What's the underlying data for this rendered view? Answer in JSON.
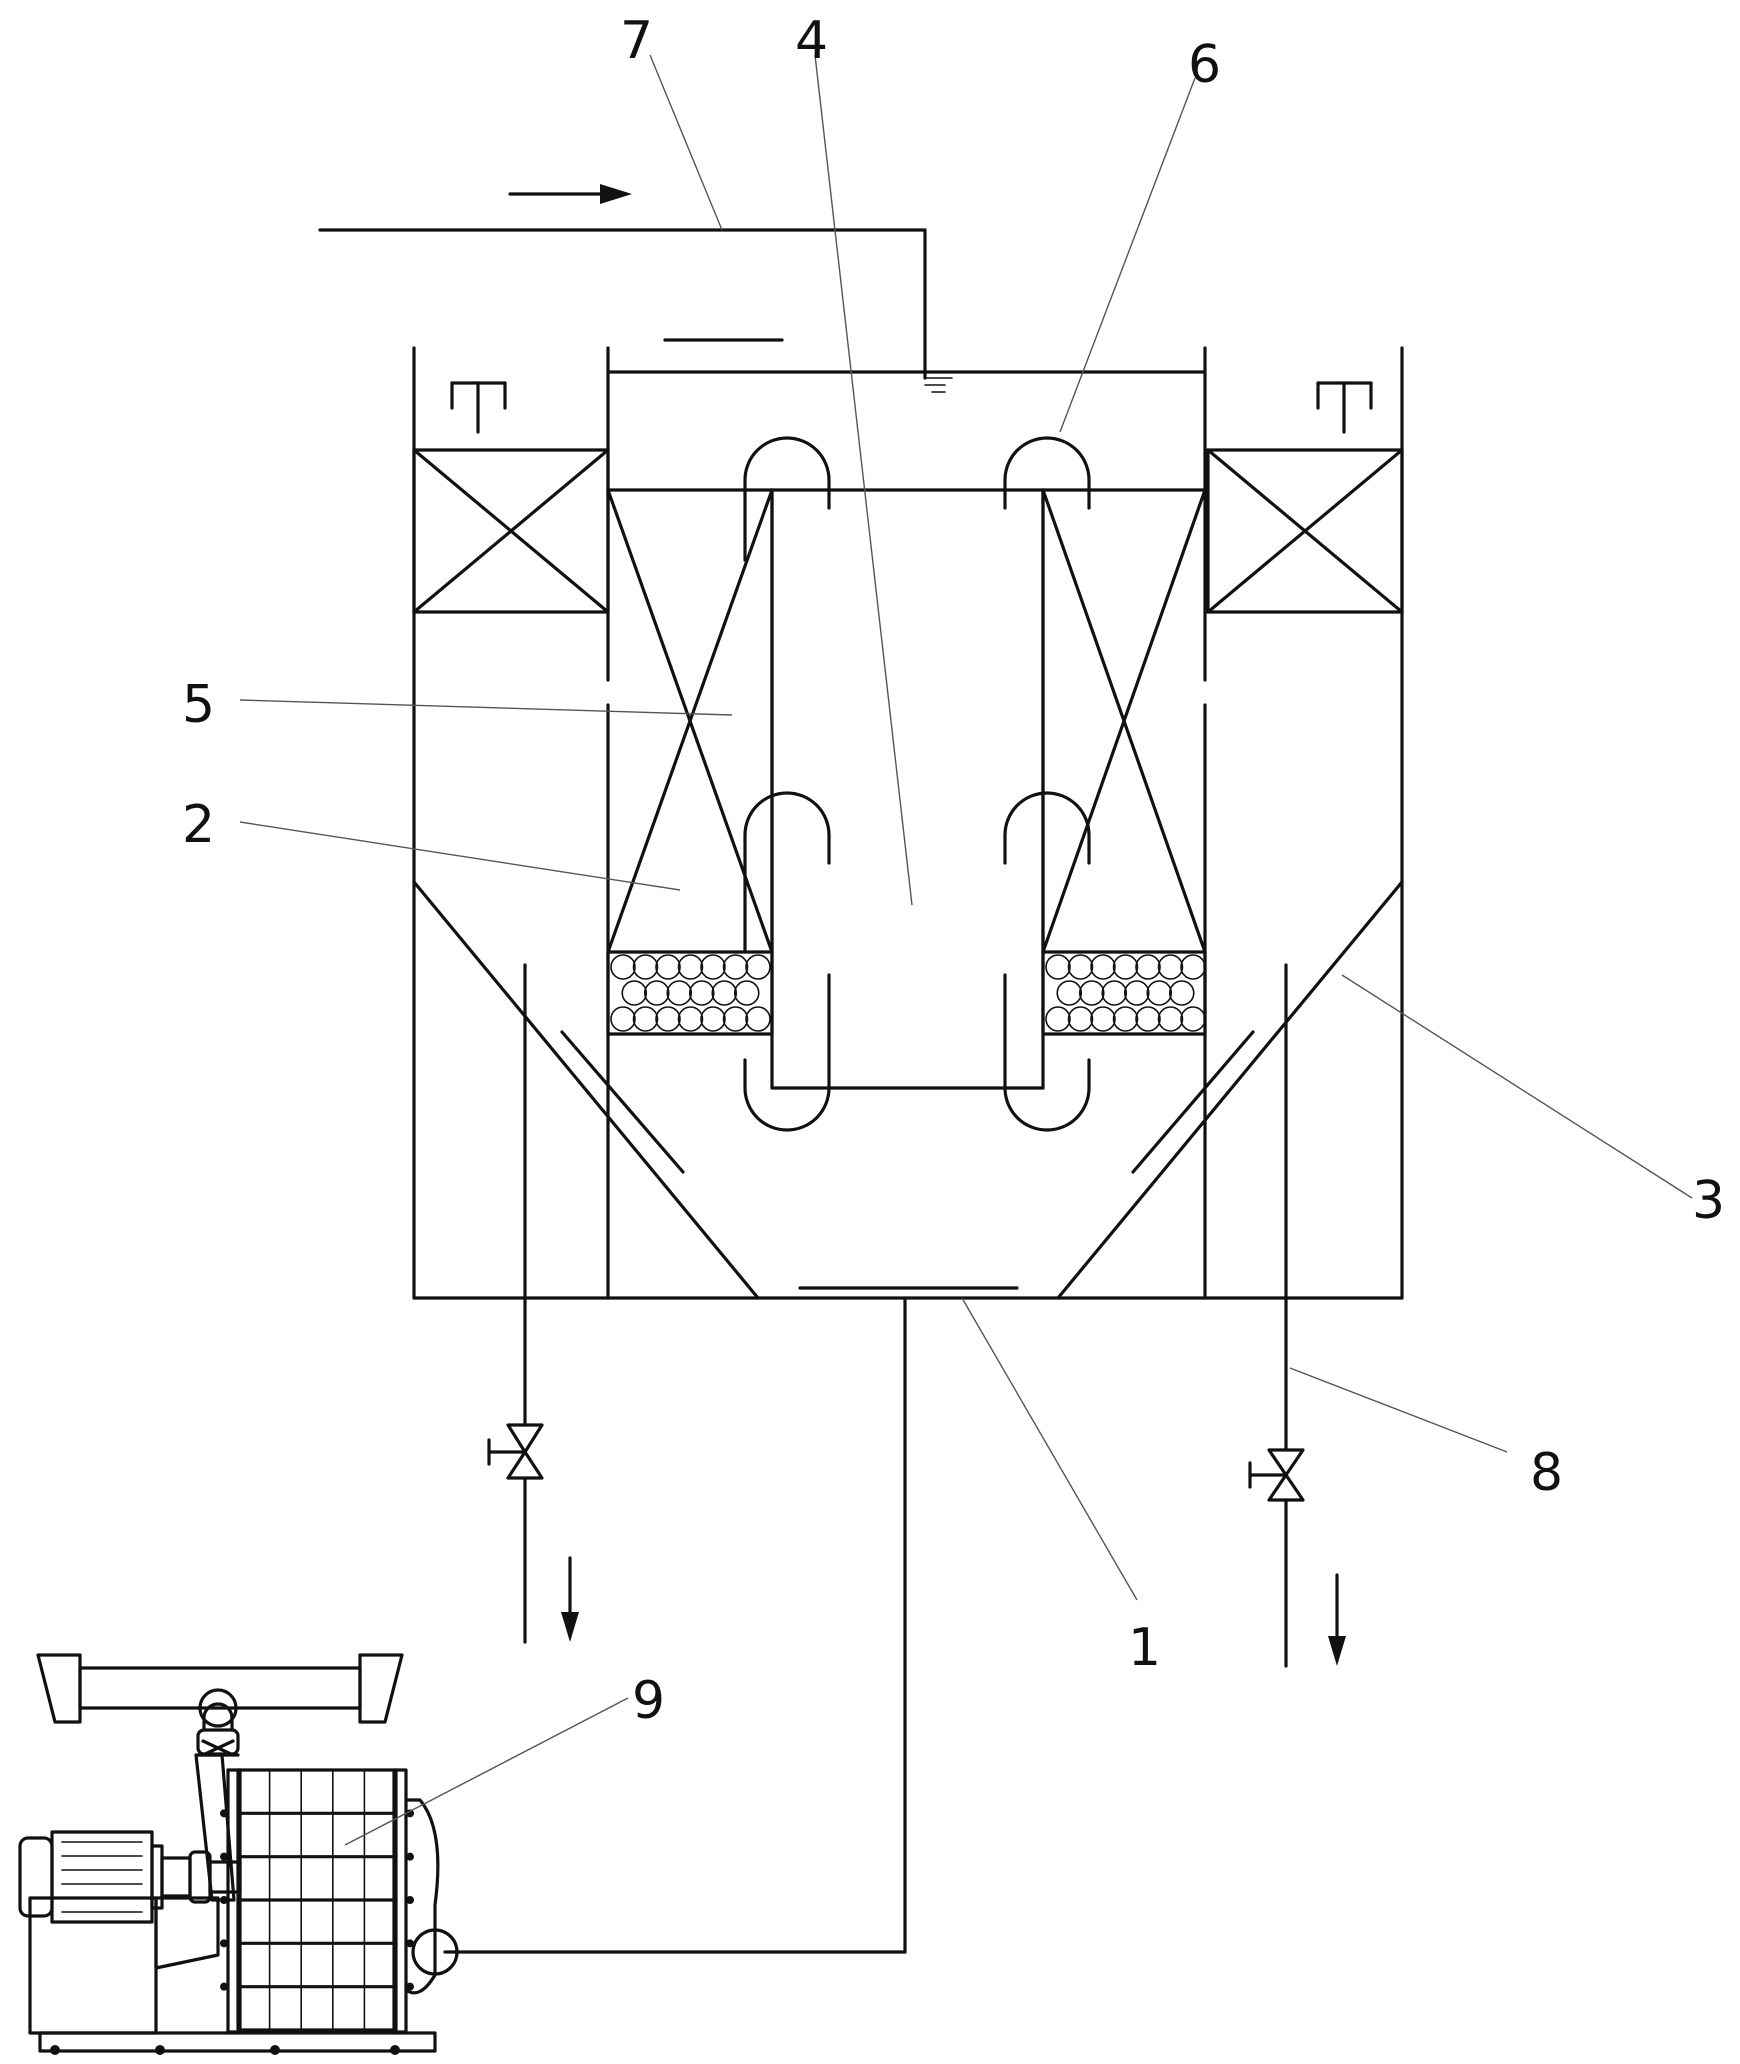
{
  "figure": {
    "callouts": [
      {
        "id": "7",
        "text": "7"
      },
      {
        "id": "4",
        "text": "4"
      },
      {
        "id": "6",
        "text": "6"
      },
      {
        "id": "5",
        "text": "5"
      },
      {
        "id": "2",
        "text": "2"
      },
      {
        "id": "3",
        "text": "3"
      },
      {
        "id": "8",
        "text": "8"
      },
      {
        "id": "1",
        "text": "1"
      },
      {
        "id": "9",
        "text": "9"
      }
    ],
    "parts": {
      "tank": "settling-tank",
      "inlet_pipe": "inlet-pipe",
      "filter_pump_unit": "pump-filter-unit"
    },
    "colors": {
      "line": "#111111",
      "leader": "#555555",
      "background": "#ffffff"
    }
  }
}
